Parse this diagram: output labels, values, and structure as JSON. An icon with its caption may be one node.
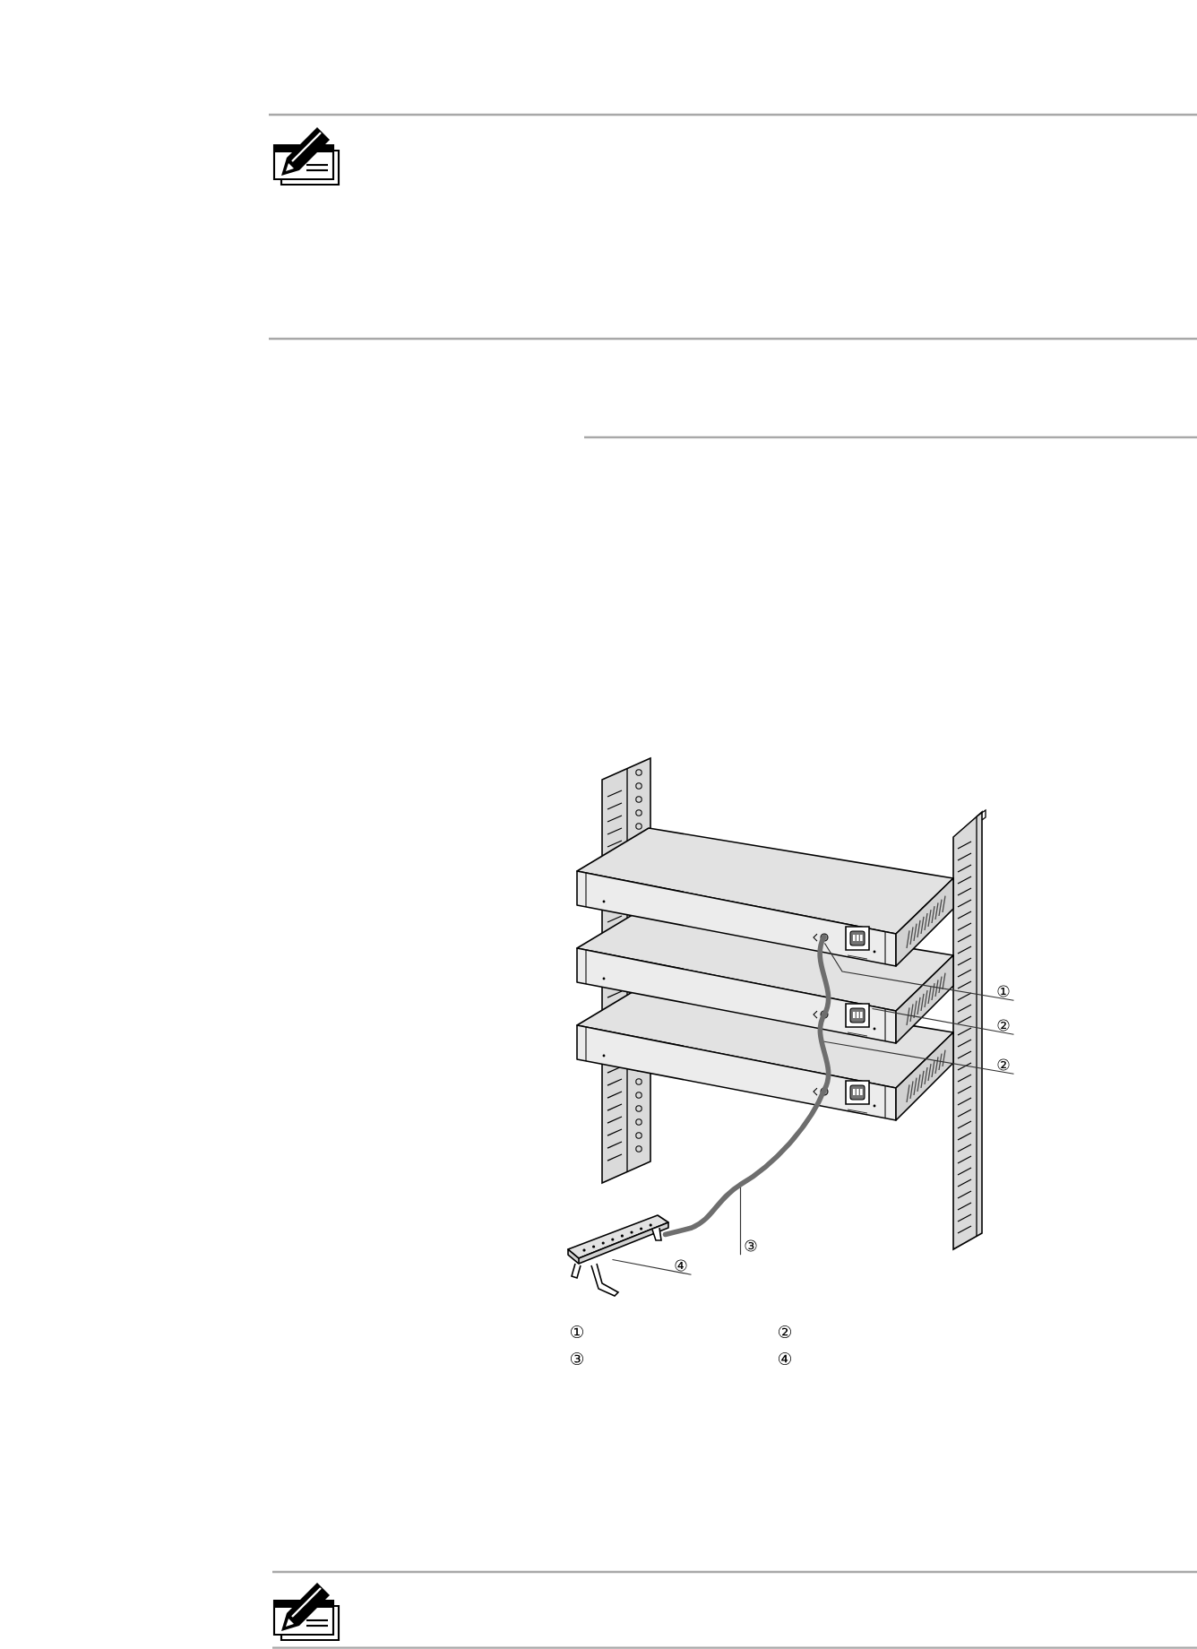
{
  "diagram": {
    "nodes": [
      {
        "text": [
          "①"
        ]
      },
      {
        "text": [
          "②"
        ]
      },
      {
        "text": [
          "②"
        ]
      },
      {
        "text": [
          "③"
        ]
      },
      {
        "text": [
          "④"
        ]
      },
      {
        "text": [],
        "shape": "picture"
      },
      {
        "text": [],
        "shape": "bar"
      }
    ],
    "edges": [
      {
        "from": 0,
        "to": 5,
        "arrow": "none"
      },
      {
        "from": 1,
        "to": 5,
        "arrow": "none"
      },
      {
        "from": 2,
        "to": 5,
        "arrow": "none"
      },
      {
        "from": 3,
        "to": null,
        "arrow": "none"
      },
      {
        "from": 4,
        "to": 6,
        "arrow": "none"
      },
      {
        "from": 5,
        "to": 6,
        "arrow": "none",
        "style": "thick",
        "color": "#6e6e6e"
      }
    ],
    "labels": [
      "①",
      "②",
      "③",
      "④"
    ]
  }
}
